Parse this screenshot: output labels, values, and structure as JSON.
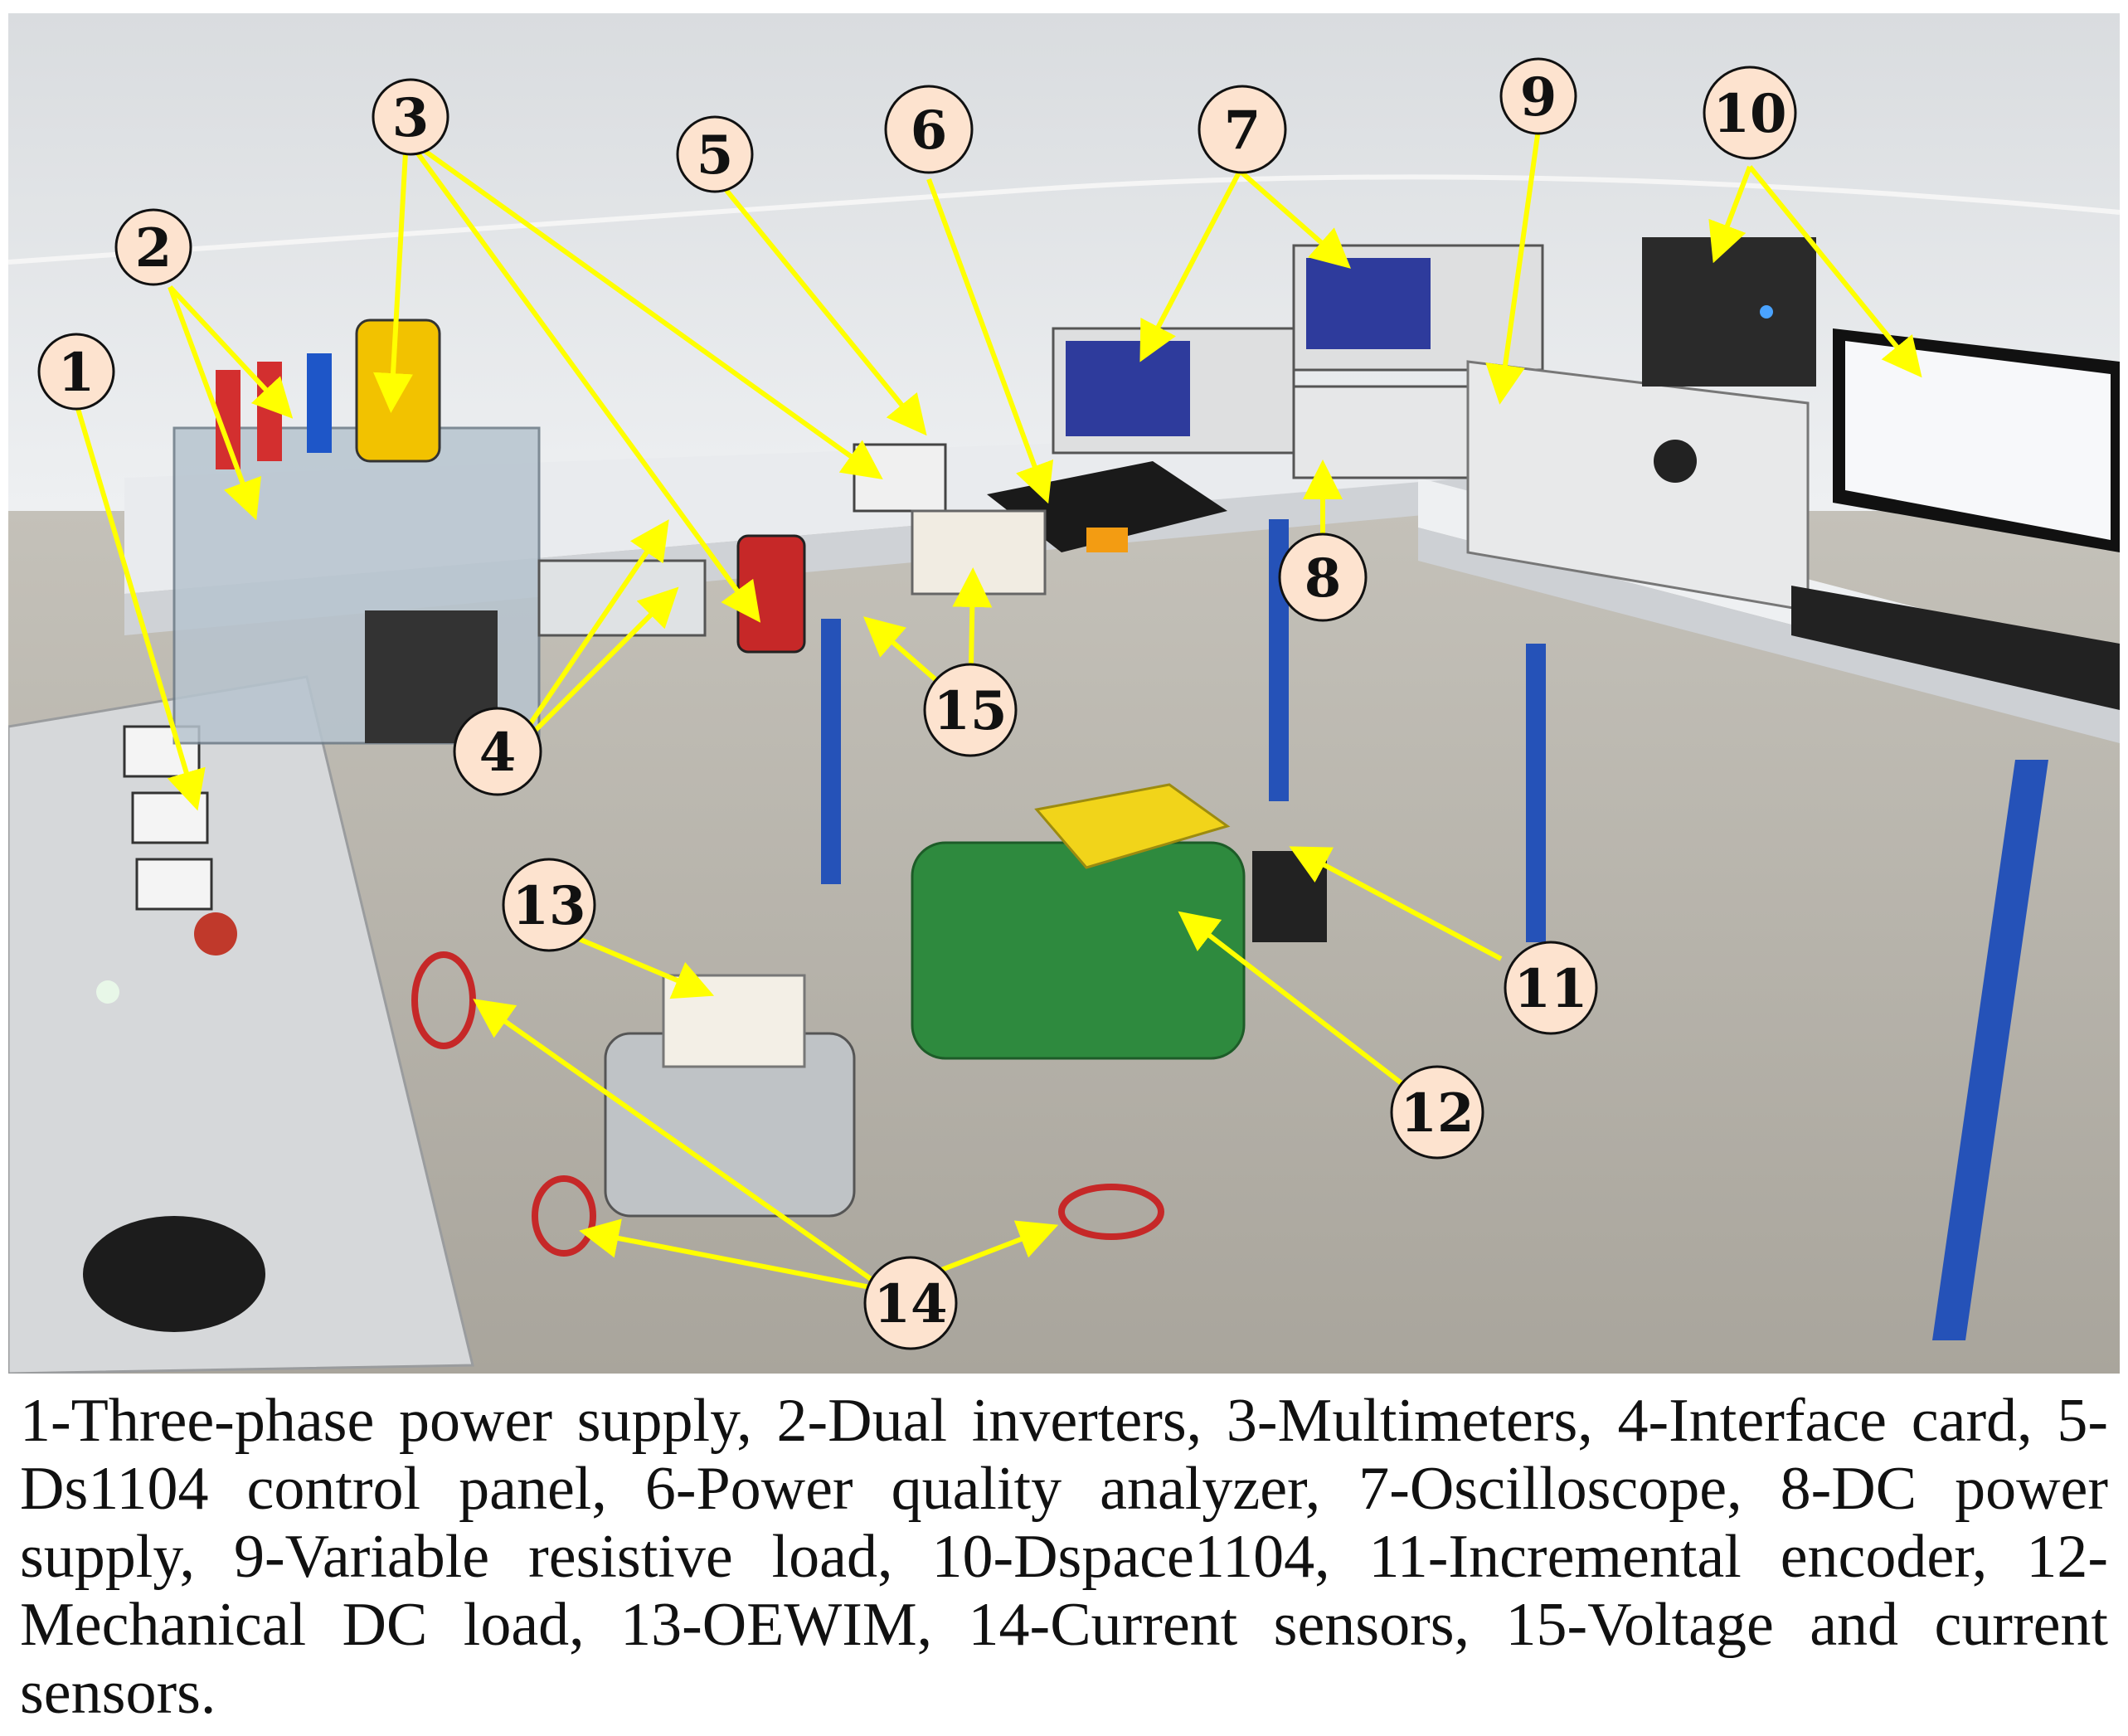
{
  "figure": {
    "callouts": [
      {
        "num": "1",
        "color": "#111111"
      },
      {
        "num": "2",
        "color": "#111111"
      },
      {
        "num": "3",
        "color": "#111111"
      },
      {
        "num": "4",
        "color": "#111111"
      },
      {
        "num": "5",
        "color": "#111111"
      },
      {
        "num": "6",
        "color": "#2e6b2e"
      },
      {
        "num": "7",
        "color": "#111111"
      },
      {
        "num": "8",
        "color": "#111111"
      },
      {
        "num": "9",
        "color": "#111111"
      },
      {
        "num": "10",
        "color": "#111111"
      },
      {
        "num": "11",
        "color": "#111111"
      },
      {
        "num": "12",
        "color": "#111111"
      },
      {
        "num": "13",
        "color": "#111111"
      },
      {
        "num": "14",
        "color": "#111111"
      },
      {
        "num": "15",
        "color": "#111111"
      }
    ],
    "caption": "1-Three-phase power supply, 2-Dual inverters, 3-Multimeters, 4-Interface card, 5-Ds1104 control panel, 6-Power quality analyzer, 7-Oscilloscope, 8-DC power supply, 9-Variable resistive load, 10-Dspace1104, 11-Incremental encoder, 12-Mechanical DC load, 13-OEWIM, 14-Current sensors, 15-Voltage and current sensors."
  },
  "colors": {
    "callout_fill": "#fde3cf",
    "arrow": "#ffff00",
    "wall": "#e4e6e8",
    "desk": "#eef0f2",
    "desk_legs": "#2552b8",
    "floor": "#b9b6ae",
    "motor_green": "#2e8a3e",
    "panel_grey": "#d6d8da"
  }
}
